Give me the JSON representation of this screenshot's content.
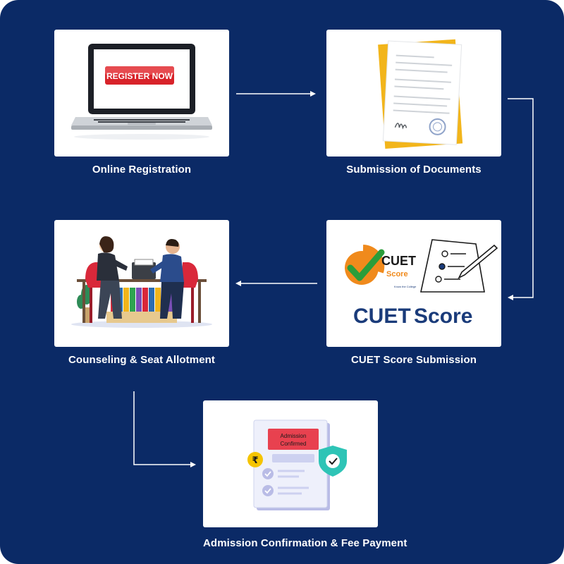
{
  "steps": [
    {
      "id": "online-registration",
      "caption": "Online Registration",
      "button_text": "REGISTER NOW"
    },
    {
      "id": "submission-of-documents",
      "caption": "Submission of Documents"
    },
    {
      "id": "cuet-score-submission",
      "caption": "CUET Score Submission",
      "logo_title": "CUET",
      "logo_sub": "Score",
      "logo_tiny": "Know the College",
      "big_title_a": "CUET",
      "big_title_b": "Score"
    },
    {
      "id": "counseling-seat-allotment",
      "caption": "Counseling & Seat Allotment"
    },
    {
      "id": "admission-confirmation",
      "caption": "Admission Confirmation & Fee Payment",
      "badge_line1": "Admission",
      "badge_line2": "Confirmed",
      "currency_symbol": "₹"
    }
  ],
  "colors": {
    "background": "#0b2a66",
    "card": "#ffffff",
    "arrow": "#ffffff",
    "register_button": "#d8232a",
    "document_folder": "#f2b51b",
    "cuet_orange": "#f08a1c",
    "cuet_green": "#2a9d3a",
    "cuet_navy": "#1a3b7a",
    "chair_red": "#d9283a",
    "badge_red": "#e8414f",
    "shield_teal": "#2ec4b6",
    "rupee_yellow": "#f5c400"
  },
  "icons": [
    "laptop-icon",
    "document-icon",
    "cuet-logo-icon",
    "answer-sheet-icon",
    "counseling-illustration-icon",
    "admission-sheet-icon",
    "rupee-coin-icon",
    "shield-check-icon"
  ]
}
